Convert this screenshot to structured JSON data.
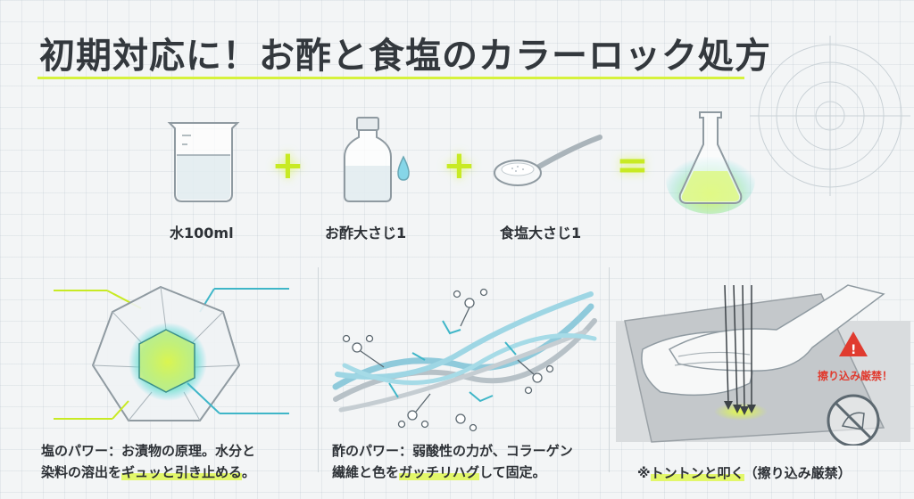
{
  "title": "初期対応に！お酢と食塩のカラーロック処方",
  "ingredients": [
    {
      "label": "水100ml"
    },
    {
      "label": "お酢大さじ1"
    },
    {
      "label": "食塩大さじ1"
    }
  ],
  "operators": {
    "plus": "+",
    "equals": "="
  },
  "salt_panel": {
    "line1": "塩のパワー：お漬物の原理。水分と",
    "line2_pre": "染料の溶出を",
    "line2_hl": "ギュッと引き止める",
    "line2_post": "。"
  },
  "vinegar_panel": {
    "line1": "酢のパワー：弱酸性の力が、コラーゲン",
    "line2_pre": "繊維と色を",
    "line2_hl": "ガッチリハグ",
    "line2_post": "して固定。"
  },
  "tap_panel": {
    "warning": "擦り込み厳禁！",
    "caption_pre": "※",
    "caption_hl": "トントンと叩く",
    "caption_post": "（擦り込み厳禁）"
  },
  "colors": {
    "accent": "#d6f23c",
    "warning": "#e03b2f",
    "glow": "#4fd7e6"
  }
}
